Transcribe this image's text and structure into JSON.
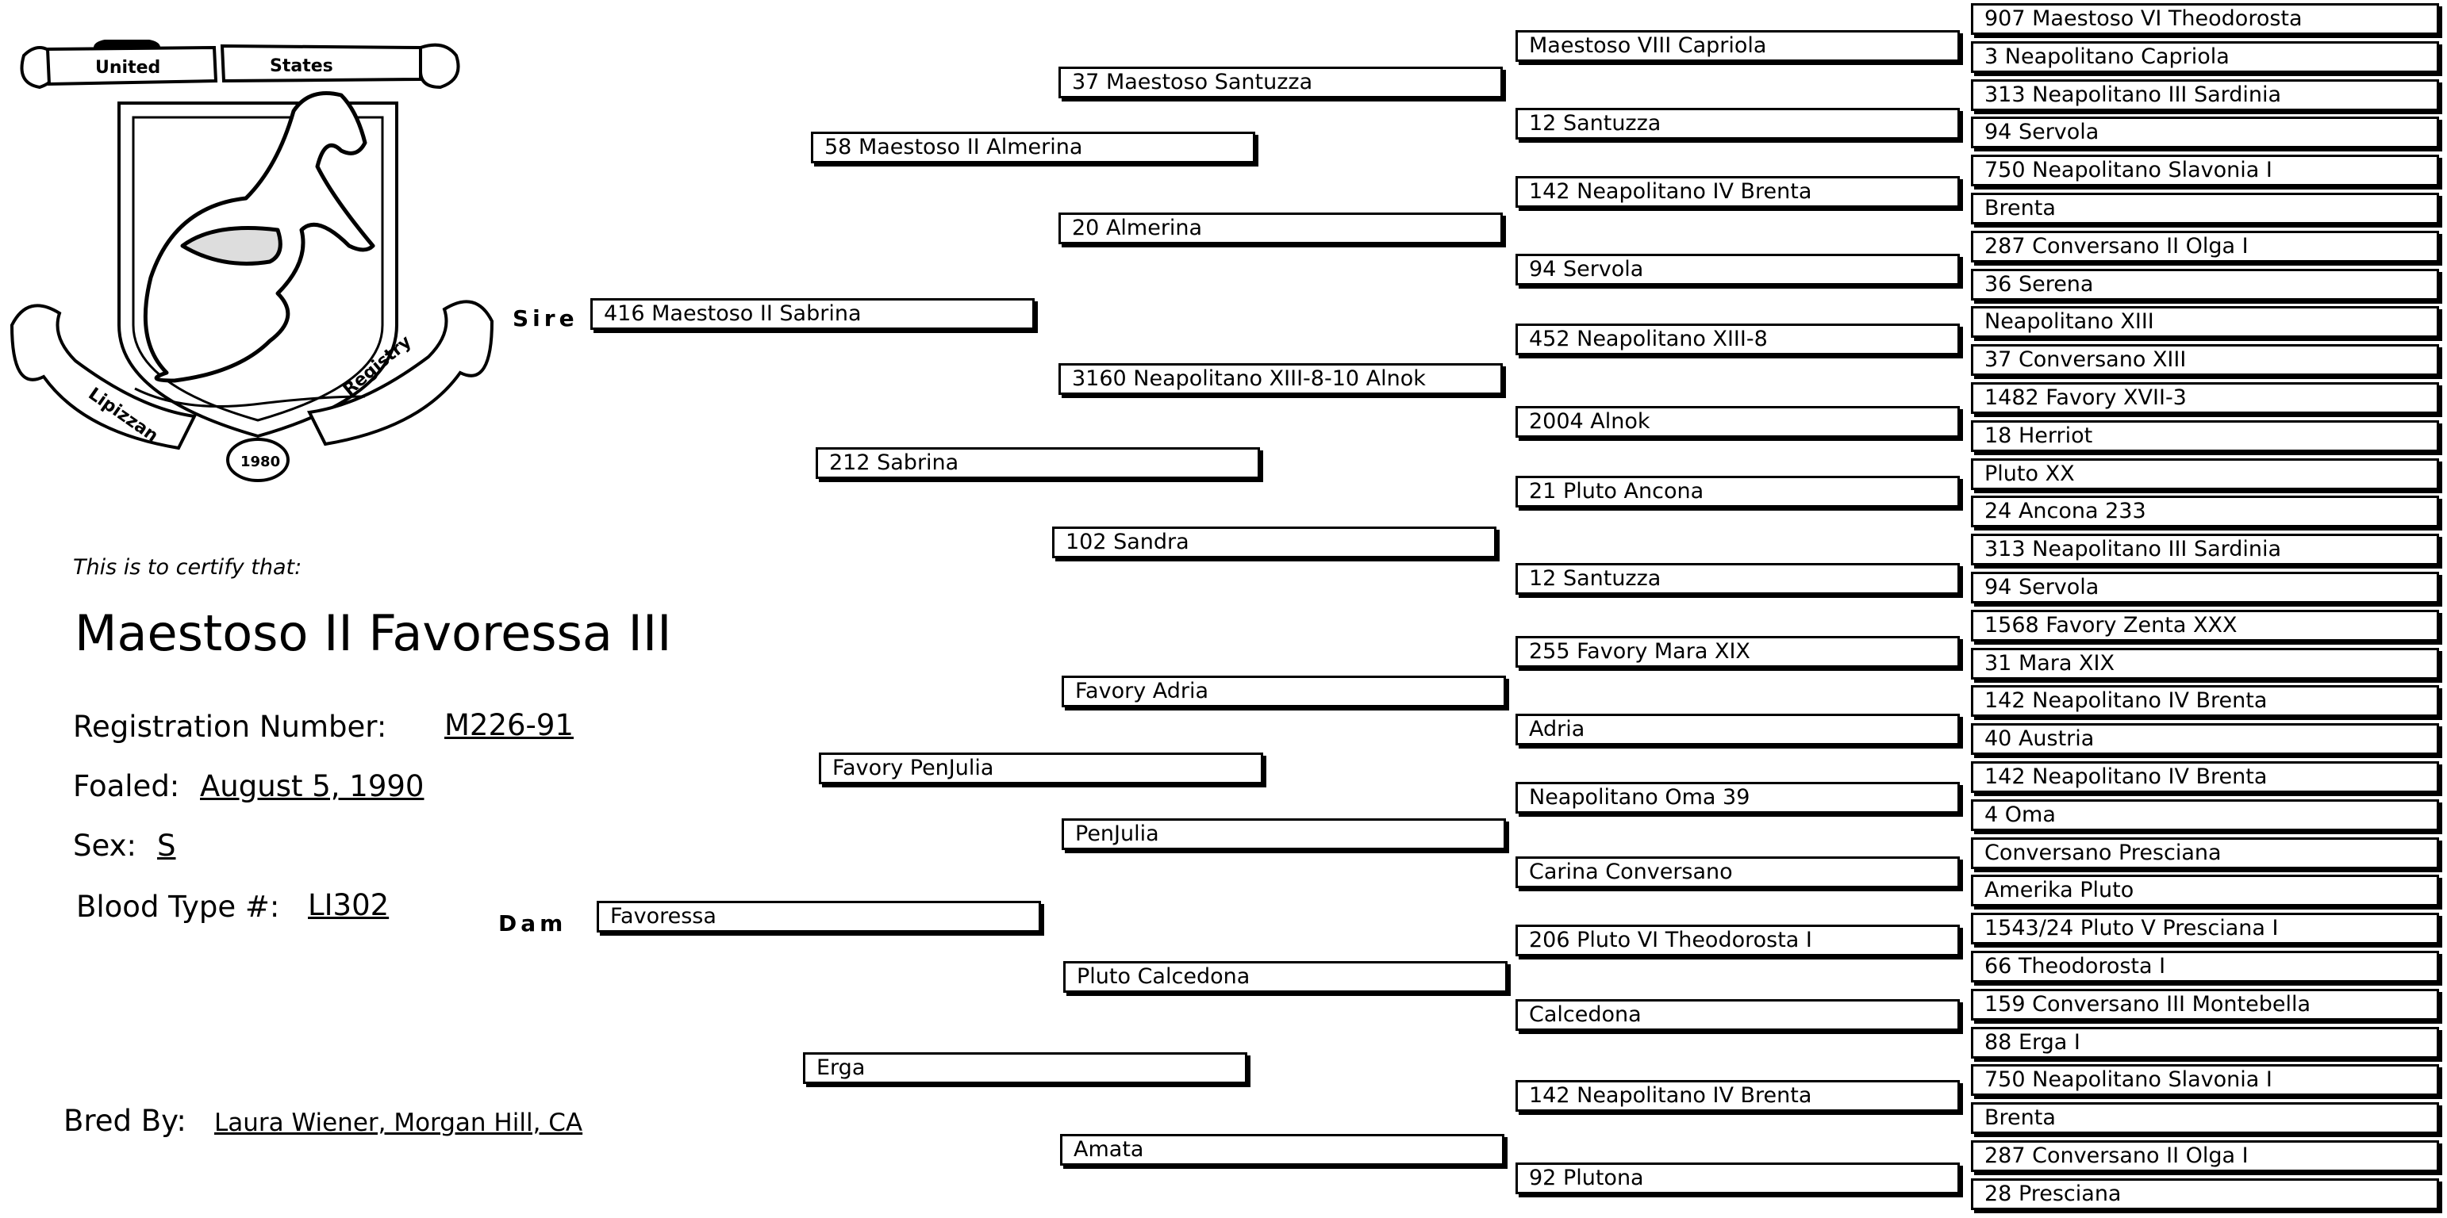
{
  "logo": {
    "banner_left": "United",
    "banner_right": "States",
    "scroll_left": "Lipizzan",
    "scroll_right": "Registry",
    "year": "1980",
    "icon": "rearing-horse-emblem-icon"
  },
  "certificate": {
    "intro": "This is to certify that:",
    "horse_name": "Maestoso II Favoressa III",
    "registration_label": "Registration  Number:",
    "registration_value": "M226-91",
    "foaled_label": "Foaled:",
    "foaled_value": "August 5, 1990",
    "sex_label": "Sex:",
    "sex_value": "S",
    "blood_label": "Blood Type #:",
    "blood_value": "LI302",
    "bred_label": "Bred By:",
    "bred_value": "Laura Wiener, Morgan Hill, CA"
  },
  "pedigree": {
    "sire_label": "Sire",
    "dam_label": "Dam",
    "gen1": [
      "416 Maestoso II Sabrina",
      "Favoressa"
    ],
    "gen2": [
      "58 Maestoso II Almerina",
      "212 Sabrina",
      "Favory PenJulia",
      "Erga"
    ],
    "gen3": [
      "37 Maestoso Santuzza",
      "20 Almerina",
      "3160 Neapolitano XIII-8-10 Alnok",
      "102 Sandra",
      "Favory Adria",
      "PenJulia",
      "Pluto Calcedona",
      "Amata"
    ],
    "gen4": [
      "Maestoso VIII Capriola",
      "12 Santuzza",
      "142 Neapolitano IV Brenta",
      "94 Servola",
      "452 Neapolitano XIII-8",
      "2004 Alnok",
      "21 Pluto Ancona",
      "12 Santuzza",
      "255 Favory Mara XIX",
      "Adria",
      "Neapolitano Oma 39",
      "Carina Conversano",
      "206 Pluto VI Theodorosta I",
      "Calcedona",
      "142 Neapolitano IV Brenta",
      "92 Plutona"
    ],
    "gen5": [
      "907 Maestoso VI Theodorosta",
      "3 Neapolitano Capriola",
      "313 Neapolitano III Sardinia",
      "94 Servola",
      "750 Neapolitano Slavonia I",
      "Brenta",
      "287 Conversano II Olga I",
      "36 Serena",
      "Neapolitano XIII",
      "37 Conversano XIII",
      "1482 Favory XVII-3",
      "18 Herriot",
      "Pluto XX",
      "24 Ancona 233",
      "313 Neapolitano III Sardinia",
      "94 Servola",
      "1568 Favory Zenta XXX",
      "31 Mara XIX",
      "142 Neapolitano IV Brenta",
      "40 Austria",
      "142 Neapolitano IV Brenta",
      "4 Oma",
      "Conversano Presciana",
      "Amerika Pluto",
      "1543/24 Pluto V Presciana I",
      "66 Theodorosta I",
      "159 Conversano III Montebella",
      "88 Erga I",
      "750 Neapolitano Slavonia I",
      "Brenta",
      "287 Conversano II Olga I",
      "28 Presciana"
    ]
  }
}
